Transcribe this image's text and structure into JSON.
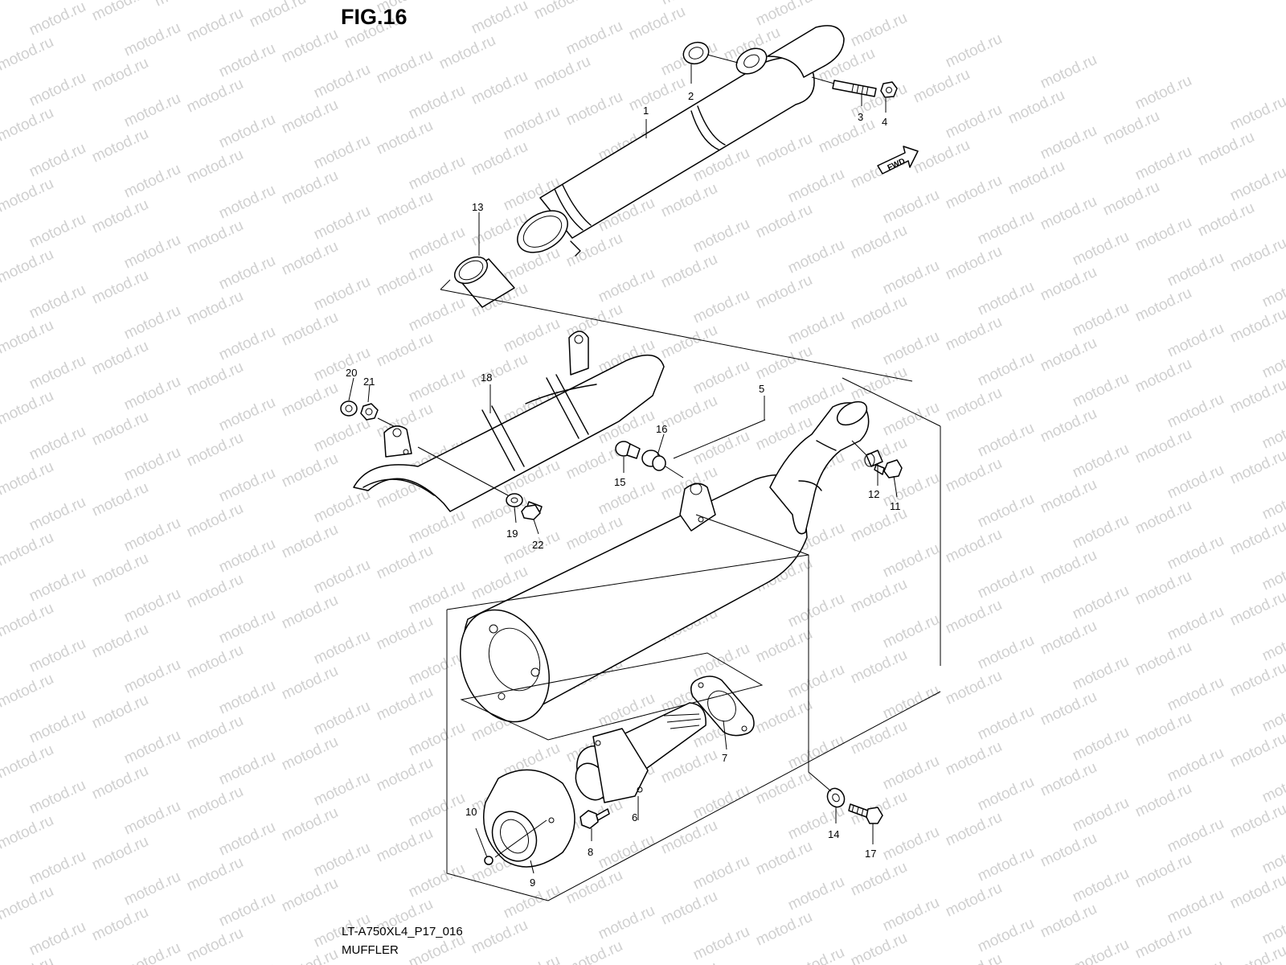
{
  "figure": {
    "title": "FIG.16",
    "diagram_code": "LT-A750XL4_P17_016",
    "diagram_name": "MUFFLER",
    "watermark_text": "motod.ru",
    "fwd_label": "FWD"
  },
  "callouts": [
    {
      "id": "1",
      "label": "1"
    },
    {
      "id": "2",
      "label": "2"
    },
    {
      "id": "3",
      "label": "3"
    },
    {
      "id": "4",
      "label": "4"
    },
    {
      "id": "5",
      "label": "5"
    },
    {
      "id": "6",
      "label": "6"
    },
    {
      "id": "7",
      "label": "7"
    },
    {
      "id": "8",
      "label": "8"
    },
    {
      "id": "9",
      "label": "9"
    },
    {
      "id": "10",
      "label": "10"
    },
    {
      "id": "11",
      "label": "11"
    },
    {
      "id": "12",
      "label": "12"
    },
    {
      "id": "13",
      "label": "13"
    },
    {
      "id": "14",
      "label": "14"
    },
    {
      "id": "15",
      "label": "15"
    },
    {
      "id": "16",
      "label": "16"
    },
    {
      "id": "17",
      "label": "17"
    },
    {
      "id": "18",
      "label": "18"
    },
    {
      "id": "19",
      "label": "19"
    },
    {
      "id": "20",
      "label": "20"
    },
    {
      "id": "21",
      "label": "21"
    },
    {
      "id": "22",
      "label": "22"
    }
  ],
  "colors": {
    "line": "#000000",
    "background": "#ffffff",
    "watermark": "#d0d0d0"
  }
}
